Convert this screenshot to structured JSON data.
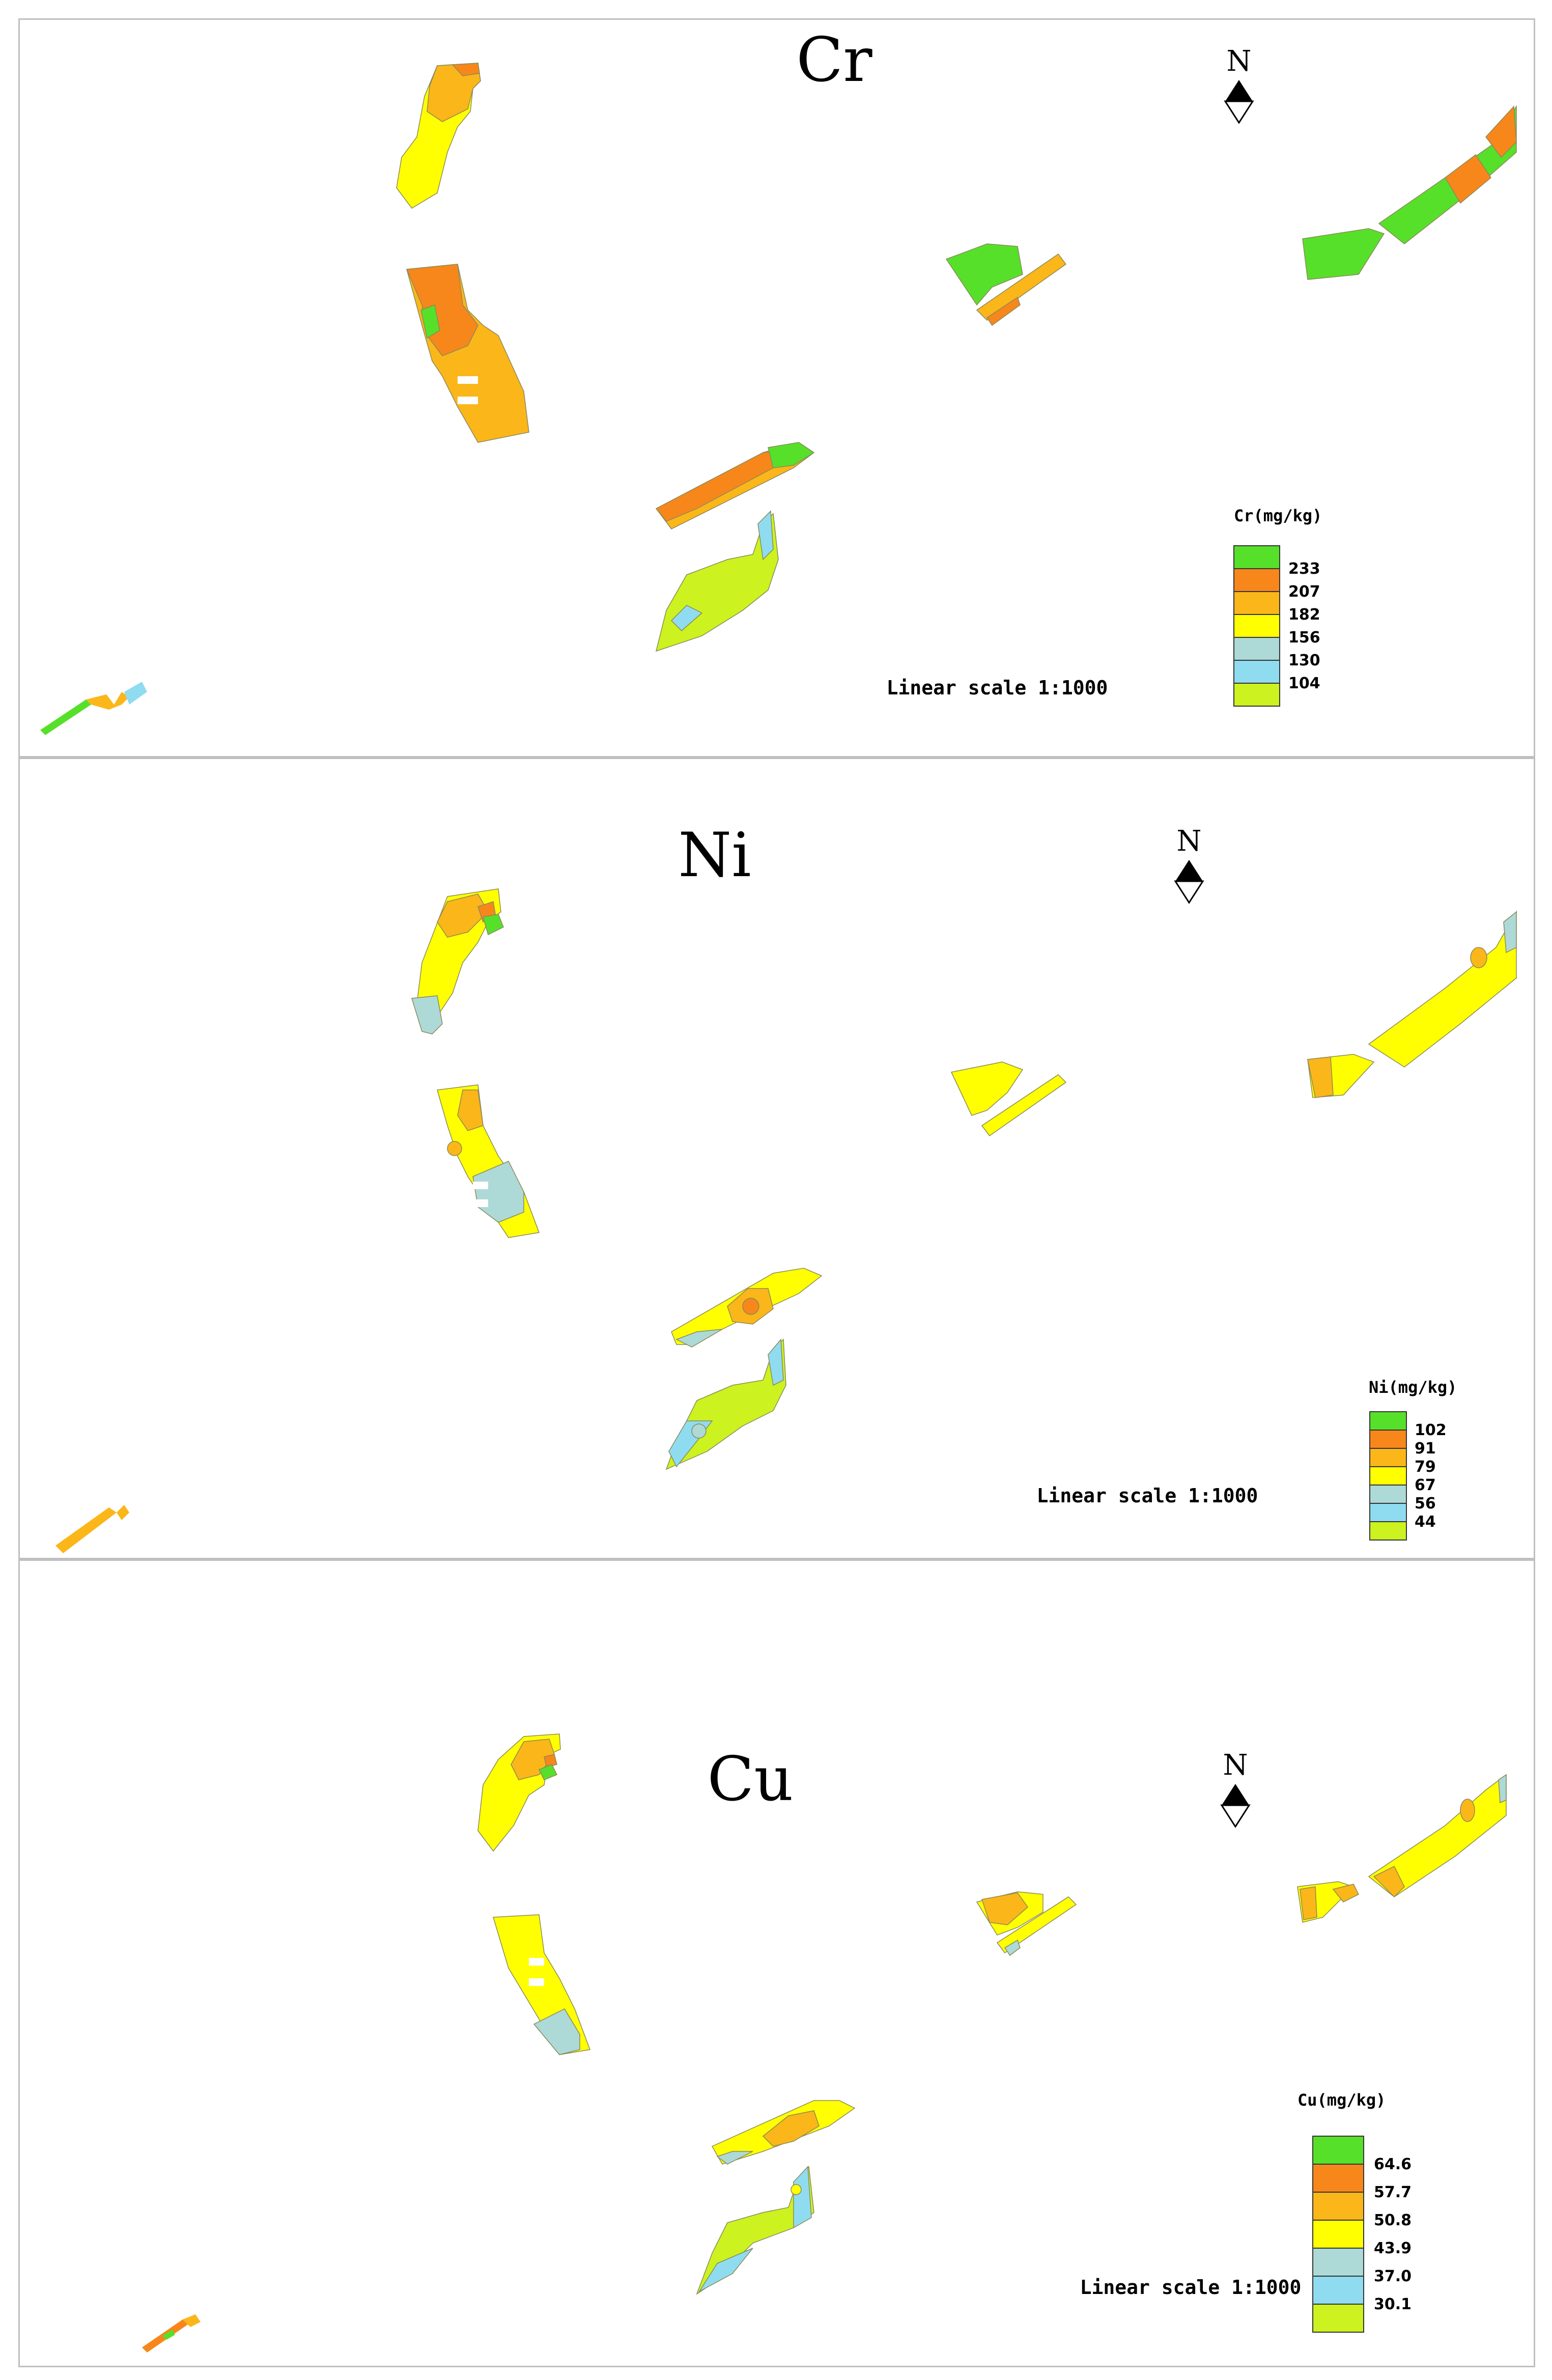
{
  "colors": {
    "green": "#57e02a",
    "dark_orange": "#f7871a",
    "orange": "#fbb61a",
    "yellow": "#ffff00",
    "grey_blue": "#add9d6",
    "light_blue": "#8fdcf0",
    "yellow_green": "#ccf21f"
  },
  "panels": [
    {
      "element": "Cr",
      "north_label": "N",
      "scale_label": "Linear scale 1:1000",
      "legend": {
        "title": "Cr(mg/kg)",
        "classes": [
          {
            "color": "green",
            "value": "233"
          },
          {
            "color": "dark_orange",
            "value": "207"
          },
          {
            "color": "orange",
            "value": "182"
          },
          {
            "color": "yellow",
            "value": "156"
          },
          {
            "color": "grey_blue",
            "value": "130"
          },
          {
            "color": "light_blue",
            "value": "104"
          },
          {
            "color": "yellow_green",
            "value": ""
          }
        ]
      }
    },
    {
      "element": "Ni",
      "north_label": "N",
      "scale_label": "Linear scale 1:1000",
      "legend": {
        "title": "Ni(mg/kg)",
        "classes": [
          {
            "color": "green",
            "value": "102"
          },
          {
            "color": "dark_orange",
            "value": "91"
          },
          {
            "color": "orange",
            "value": "79"
          },
          {
            "color": "yellow",
            "value": "67"
          },
          {
            "color": "grey_blue",
            "value": "56"
          },
          {
            "color": "light_blue",
            "value": "44"
          },
          {
            "color": "yellow_green",
            "value": ""
          }
        ]
      }
    },
    {
      "element": "Cu",
      "north_label": "N",
      "scale_label": "Linear scale 1:1000",
      "legend": {
        "title": "Cu(mg/kg)",
        "classes": [
          {
            "color": "green",
            "value": "64.6"
          },
          {
            "color": "dark_orange",
            "value": "57.7"
          },
          {
            "color": "orange",
            "value": "50.8"
          },
          {
            "color": "yellow",
            "value": "43.9"
          },
          {
            "color": "grey_blue",
            "value": "37.0"
          },
          {
            "color": "light_blue",
            "value": "30.1"
          },
          {
            "color": "yellow_green",
            "value": ""
          }
        ]
      }
    }
  ]
}
